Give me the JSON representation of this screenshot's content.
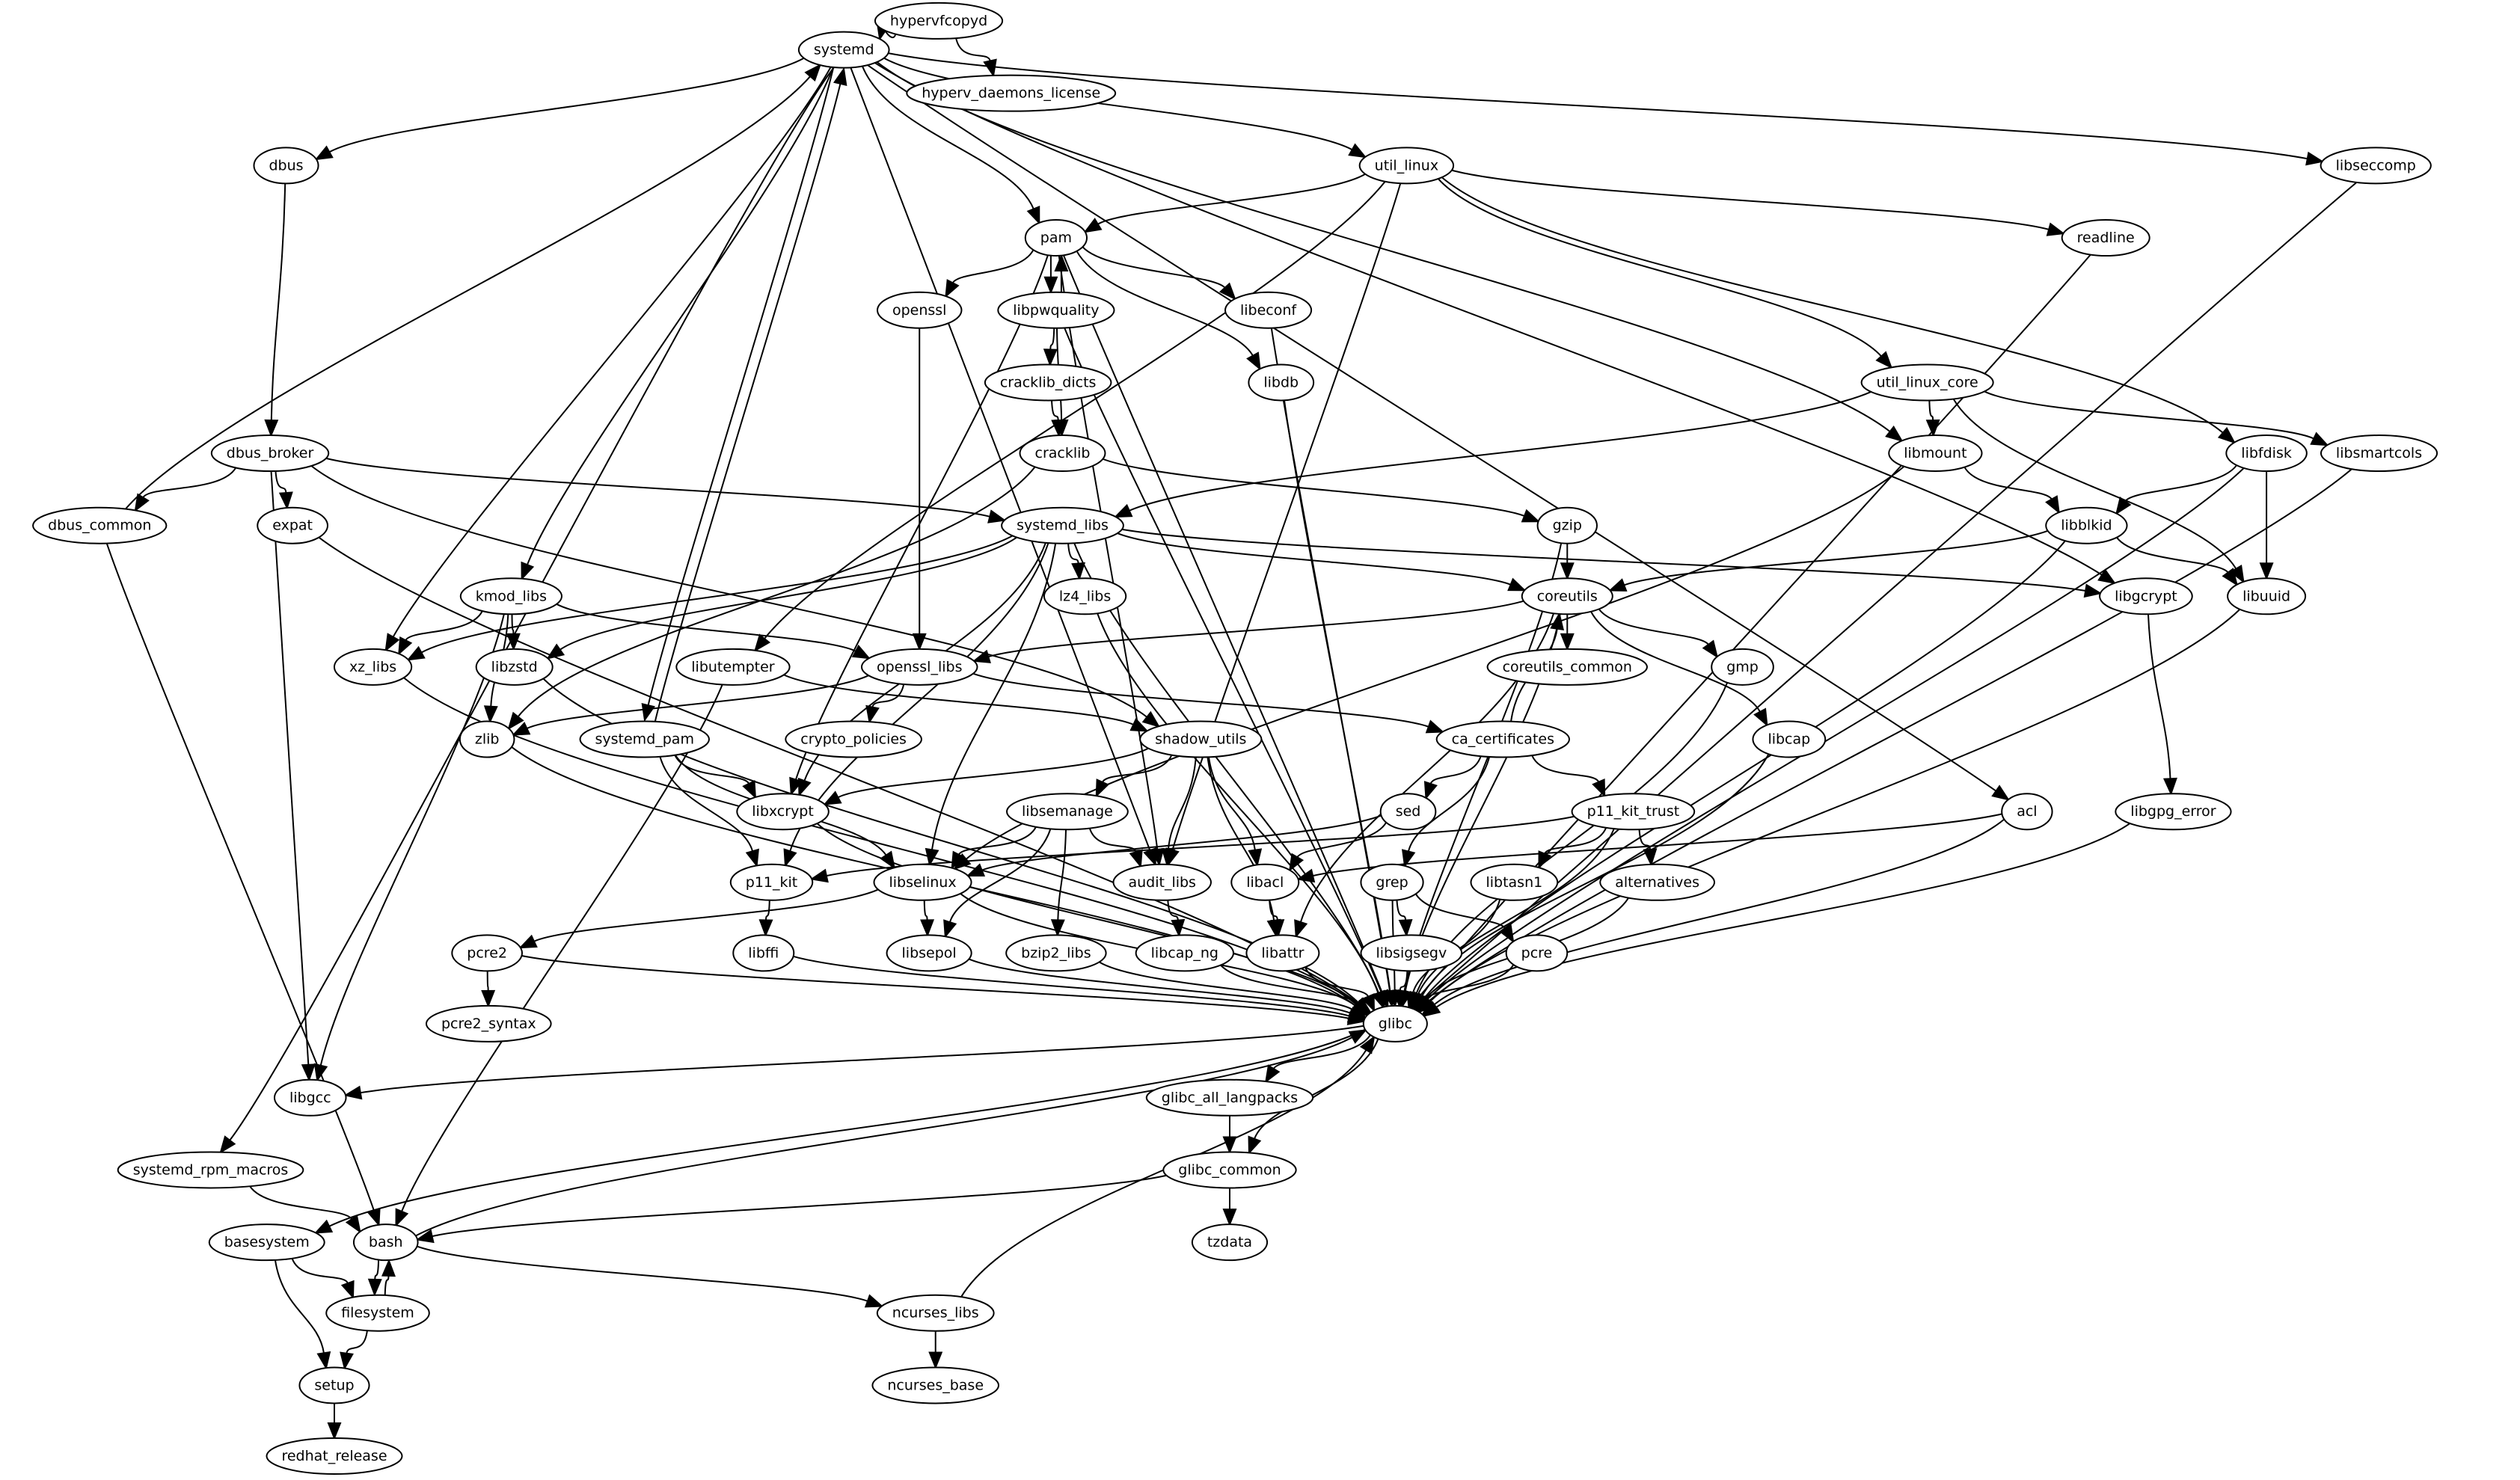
{
  "graph": {
    "type": "directed-dependency-graph",
    "colors": {
      "background": "#ffffff",
      "stroke": "#000000",
      "node_fill": "#ffffff"
    },
    "nodes": [
      {
        "id": "hypervfcopyd",
        "label": "hypervfcopyd"
      },
      {
        "id": "systemd",
        "label": "systemd"
      },
      {
        "id": "hyperv_daemons_license",
        "label": "hyperv_daemons_license"
      },
      {
        "id": "dbus",
        "label": "dbus"
      },
      {
        "id": "util_linux",
        "label": "util_linux"
      },
      {
        "id": "libseccomp",
        "label": "libseccomp"
      },
      {
        "id": "pam",
        "label": "pam"
      },
      {
        "id": "readline",
        "label": "readline"
      },
      {
        "id": "openssl",
        "label": "openssl"
      },
      {
        "id": "libpwquality",
        "label": "libpwquality"
      },
      {
        "id": "libeconf",
        "label": "libeconf"
      },
      {
        "id": "cracklib_dicts",
        "label": "cracklib_dicts"
      },
      {
        "id": "libdb",
        "label": "libdb"
      },
      {
        "id": "util_linux_core",
        "label": "util_linux_core"
      },
      {
        "id": "dbus_broker",
        "label": "dbus_broker"
      },
      {
        "id": "cracklib",
        "label": "cracklib"
      },
      {
        "id": "libmount",
        "label": "libmount"
      },
      {
        "id": "libfdisk",
        "label": "libfdisk"
      },
      {
        "id": "libsmartcols",
        "label": "libsmartcols"
      },
      {
        "id": "dbus_common",
        "label": "dbus_common"
      },
      {
        "id": "expat",
        "label": "expat"
      },
      {
        "id": "systemd_libs",
        "label": "systemd_libs"
      },
      {
        "id": "gzip",
        "label": "gzip"
      },
      {
        "id": "libblkid",
        "label": "libblkid"
      },
      {
        "id": "kmod_libs",
        "label": "kmod_libs"
      },
      {
        "id": "lz4_libs",
        "label": "lz4_libs"
      },
      {
        "id": "coreutils",
        "label": "coreutils"
      },
      {
        "id": "libgcrypt",
        "label": "libgcrypt"
      },
      {
        "id": "libuuid",
        "label": "libuuid"
      },
      {
        "id": "xz_libs",
        "label": "xz_libs"
      },
      {
        "id": "libzstd",
        "label": "libzstd"
      },
      {
        "id": "libutempter",
        "label": "libutempter"
      },
      {
        "id": "openssl_libs",
        "label": "openssl_libs"
      },
      {
        "id": "coreutils_common",
        "label": "coreutils_common"
      },
      {
        "id": "gmp",
        "label": "gmp"
      },
      {
        "id": "zlib",
        "label": "zlib"
      },
      {
        "id": "systemd_pam",
        "label": "systemd_pam"
      },
      {
        "id": "crypto_policies",
        "label": "crypto_policies"
      },
      {
        "id": "shadow_utils",
        "label": "shadow_utils"
      },
      {
        "id": "ca_certificates",
        "label": "ca_certificates"
      },
      {
        "id": "libcap",
        "label": "libcap"
      },
      {
        "id": "libxcrypt",
        "label": "libxcrypt"
      },
      {
        "id": "libsemanage",
        "label": "libsemanage"
      },
      {
        "id": "sed",
        "label": "sed"
      },
      {
        "id": "p11_kit_trust",
        "label": "p11_kit_trust"
      },
      {
        "id": "acl",
        "label": "acl"
      },
      {
        "id": "libgpg_error",
        "label": "libgpg_error"
      },
      {
        "id": "p11_kit",
        "label": "p11_kit"
      },
      {
        "id": "libselinux",
        "label": "libselinux"
      },
      {
        "id": "audit_libs",
        "label": "audit_libs"
      },
      {
        "id": "libacl",
        "label": "libacl"
      },
      {
        "id": "grep",
        "label": "grep"
      },
      {
        "id": "libtasn1",
        "label": "libtasn1"
      },
      {
        "id": "alternatives",
        "label": "alternatives"
      },
      {
        "id": "pcre2",
        "label": "pcre2"
      },
      {
        "id": "libffi",
        "label": "libffi"
      },
      {
        "id": "libsepol",
        "label": "libsepol"
      },
      {
        "id": "bzip2_libs",
        "label": "bzip2_libs"
      },
      {
        "id": "libcap_ng",
        "label": "libcap_ng"
      },
      {
        "id": "libattr",
        "label": "libattr"
      },
      {
        "id": "libsigsegv",
        "label": "libsigsegv"
      },
      {
        "id": "pcre",
        "label": "pcre"
      },
      {
        "id": "glibc",
        "label": "glibc"
      },
      {
        "id": "pcre2_syntax",
        "label": "pcre2_syntax"
      },
      {
        "id": "libgcc",
        "label": "libgcc"
      },
      {
        "id": "glibc_all_langpacks",
        "label": "glibc_all_langpacks"
      },
      {
        "id": "systemd_rpm_macros",
        "label": "systemd_rpm_macros"
      },
      {
        "id": "glibc_common",
        "label": "glibc_common"
      },
      {
        "id": "basesystem",
        "label": "basesystem"
      },
      {
        "id": "bash",
        "label": "bash"
      },
      {
        "id": "tzdata",
        "label": "tzdata"
      },
      {
        "id": "filesystem",
        "label": "filesystem"
      },
      {
        "id": "ncurses_libs",
        "label": "ncurses_libs"
      },
      {
        "id": "setup",
        "label": "setup"
      },
      {
        "id": "ncurses_base",
        "label": "ncurses_base"
      },
      {
        "id": "redhat_release",
        "label": "redhat_release"
      }
    ],
    "edges": [
      [
        "hypervfcopyd",
        "systemd"
      ],
      [
        "hypervfcopyd",
        "hyperv_daemons_license"
      ],
      [
        "systemd",
        "dbus"
      ],
      [
        "systemd",
        "util_linux"
      ],
      [
        "systemd",
        "libseccomp"
      ],
      [
        "systemd",
        "pam"
      ],
      [
        "systemd",
        "kmod_libs"
      ],
      [
        "systemd",
        "xz_libs"
      ],
      [
        "systemd",
        "systemd_pam"
      ],
      [
        "systemd",
        "libmount"
      ],
      [
        "systemd",
        "libgcrypt"
      ],
      [
        "systemd",
        "acl"
      ],
      [
        "systemd",
        "audit_libs"
      ],
      [
        "systemd",
        "systemd_rpm_macros"
      ],
      [
        "systemd_pam",
        "systemd"
      ],
      [
        "dbus_common",
        "systemd"
      ],
      [
        "dbus",
        "dbus_broker"
      ],
      [
        "dbus_broker",
        "dbus_common"
      ],
      [
        "dbus_broker",
        "expat"
      ],
      [
        "dbus_broker",
        "systemd_libs"
      ],
      [
        "dbus_broker",
        "shadow_utils"
      ],
      [
        "dbus_broker",
        "libgcc"
      ],
      [
        "util_linux",
        "pam"
      ],
      [
        "util_linux",
        "readline"
      ],
      [
        "util_linux",
        "util_linux_core"
      ],
      [
        "util_linux",
        "libfdisk"
      ],
      [
        "util_linux",
        "libutempter"
      ],
      [
        "util_linux",
        "audit_libs"
      ],
      [
        "pam",
        "openssl"
      ],
      [
        "pam",
        "libpwquality"
      ],
      [
        "libpwquality",
        "pam"
      ],
      [
        "pam",
        "libeconf"
      ],
      [
        "pam",
        "libdb"
      ],
      [
        "pam",
        "libxcrypt"
      ],
      [
        "pam",
        "audit_libs"
      ],
      [
        "pam",
        "glibc"
      ],
      [
        "libpwquality",
        "cracklib_dicts"
      ],
      [
        "libpwquality",
        "cracklib"
      ],
      [
        "libpwquality",
        "glibc"
      ],
      [
        "cracklib_dicts",
        "cracklib"
      ],
      [
        "cracklib",
        "gzip"
      ],
      [
        "cracklib",
        "zlib"
      ],
      [
        "openssl",
        "openssl_libs"
      ],
      [
        "libeconf",
        "glibc"
      ],
      [
        "libdb",
        "glibc"
      ],
      [
        "readline",
        "glibc"
      ],
      [
        "libseccomp",
        "glibc"
      ],
      [
        "util_linux_core",
        "systemd_libs"
      ],
      [
        "util_linux_core",
        "libmount"
      ],
      [
        "util_linux_core",
        "libsmartcols"
      ],
      [
        "util_linux_core",
        "libuuid"
      ],
      [
        "libmount",
        "libblkid"
      ],
      [
        "libmount",
        "libselinux"
      ],
      [
        "libfdisk",
        "libblkid"
      ],
      [
        "libfdisk",
        "libuuid"
      ],
      [
        "libfdisk",
        "glibc"
      ],
      [
        "libsmartcols",
        "glibc"
      ],
      [
        "libblkid",
        "coreutils"
      ],
      [
        "libblkid",
        "libuuid"
      ],
      [
        "libblkid",
        "glibc"
      ],
      [
        "libuuid",
        "glibc"
      ],
      [
        "libgcrypt",
        "libgpg_error"
      ],
      [
        "libgpg_error",
        "glibc"
      ],
      [
        "dbus_common",
        "bash"
      ],
      [
        "expat",
        "glibc"
      ],
      [
        "systemd_libs",
        "xz_libs"
      ],
      [
        "systemd_libs",
        "libzstd"
      ],
      [
        "systemd_libs",
        "lz4_libs"
      ],
      [
        "systemd_libs",
        "coreutils"
      ],
      [
        "systemd_libs",
        "libgcrypt"
      ],
      [
        "systemd_libs",
        "libxcrypt"
      ],
      [
        "systemd_libs",
        "libselinux"
      ],
      [
        "systemd_libs",
        "p11_kit"
      ],
      [
        "systemd_libs",
        "glibc"
      ],
      [
        "gzip",
        "coreutils"
      ],
      [
        "gzip",
        "glibc"
      ],
      [
        "kmod_libs",
        "xz_libs"
      ],
      [
        "kmod_libs",
        "libzstd"
      ],
      [
        "kmod_libs",
        "zlib"
      ],
      [
        "kmod_libs",
        "openssl_libs"
      ],
      [
        "kmod_libs",
        "libgcc"
      ],
      [
        "lz4_libs",
        "glibc"
      ],
      [
        "coreutils",
        "openssl_libs"
      ],
      [
        "coreutils",
        "coreutils_common"
      ],
      [
        "coreutils",
        "gmp"
      ],
      [
        "coreutils",
        "libcap"
      ],
      [
        "coreutils",
        "libattr"
      ],
      [
        "coreutils",
        "glibc"
      ],
      [
        "ca_certificates",
        "coreutils"
      ],
      [
        "xz_libs",
        "glibc"
      ],
      [
        "libzstd",
        "glibc"
      ],
      [
        "libutempter",
        "shadow_utils"
      ],
      [
        "libutempter",
        "bash"
      ],
      [
        "openssl_libs",
        "zlib"
      ],
      [
        "openssl_libs",
        "crypto_policies"
      ],
      [
        "openssl_libs",
        "ca_certificates"
      ],
      [
        "gmp",
        "glibc"
      ],
      [
        "zlib",
        "glibc"
      ],
      [
        "systemd_pam",
        "libxcrypt"
      ],
      [
        "systemd_pam",
        "p11_kit"
      ],
      [
        "systemd_pam",
        "libselinux"
      ],
      [
        "shadow_utils",
        "libxcrypt"
      ],
      [
        "shadow_utils",
        "libsemanage"
      ],
      [
        "shadow_utils",
        "audit_libs"
      ],
      [
        "shadow_utils",
        "libacl"
      ],
      [
        "shadow_utils",
        "libattr"
      ],
      [
        "ca_certificates",
        "sed"
      ],
      [
        "ca_certificates",
        "p11_kit_trust"
      ],
      [
        "ca_certificates",
        "grep"
      ],
      [
        "libcap",
        "glibc"
      ],
      [
        "libxcrypt",
        "glibc"
      ],
      [
        "libsemanage",
        "libselinux"
      ],
      [
        "libsemanage",
        "audit_libs"
      ],
      [
        "libsemanage",
        "libsepol"
      ],
      [
        "libsemanage",
        "bzip2_libs"
      ],
      [
        "sed",
        "libselinux"
      ],
      [
        "sed",
        "libacl"
      ],
      [
        "p11_kit_trust",
        "p11_kit"
      ],
      [
        "p11_kit_trust",
        "libtasn1"
      ],
      [
        "p11_kit_trust",
        "alternatives"
      ],
      [
        "p11_kit_trust",
        "glibc"
      ],
      [
        "acl",
        "libacl"
      ],
      [
        "acl",
        "glibc"
      ],
      [
        "p11_kit",
        "libffi"
      ],
      [
        "libselinux",
        "pcre2"
      ],
      [
        "libselinux",
        "libsepol"
      ],
      [
        "libselinux",
        "glibc"
      ],
      [
        "audit_libs",
        "libcap_ng"
      ],
      [
        "libacl",
        "libattr"
      ],
      [
        "grep",
        "libsigsegv"
      ],
      [
        "grep",
        "pcre"
      ],
      [
        "grep",
        "glibc"
      ],
      [
        "libtasn1",
        "glibc"
      ],
      [
        "alternatives",
        "glibc"
      ],
      [
        "pcre2",
        "pcre2_syntax"
      ],
      [
        "pcre2",
        "glibc"
      ],
      [
        "libffi",
        "glibc"
      ],
      [
        "libsepol",
        "glibc"
      ],
      [
        "bzip2_libs",
        "glibc"
      ],
      [
        "libcap_ng",
        "glibc"
      ],
      [
        "libattr",
        "glibc"
      ],
      [
        "libsigsegv",
        "glibc"
      ],
      [
        "pcre",
        "glibc"
      ],
      [
        "glibc",
        "libgcc"
      ],
      [
        "glibc",
        "glibc_all_langpacks"
      ],
      [
        "glibc",
        "glibc_common"
      ],
      [
        "glibc",
        "basesystem"
      ],
      [
        "bash",
        "glibc"
      ],
      [
        "ncurses_libs",
        "glibc"
      ],
      [
        "glibc_all_langpacks",
        "glibc_common"
      ],
      [
        "glibc_common",
        "bash"
      ],
      [
        "glibc_common",
        "tzdata"
      ],
      [
        "systemd_rpm_macros",
        "bash"
      ],
      [
        "basesystem",
        "filesystem"
      ],
      [
        "basesystem",
        "setup"
      ],
      [
        "bash",
        "filesystem"
      ],
      [
        "filesystem",
        "bash"
      ],
      [
        "bash",
        "ncurses_libs"
      ],
      [
        "filesystem",
        "setup"
      ],
      [
        "ncurses_libs",
        "ncurses_base"
      ],
      [
        "setup",
        "redhat_release"
      ]
    ]
  }
}
